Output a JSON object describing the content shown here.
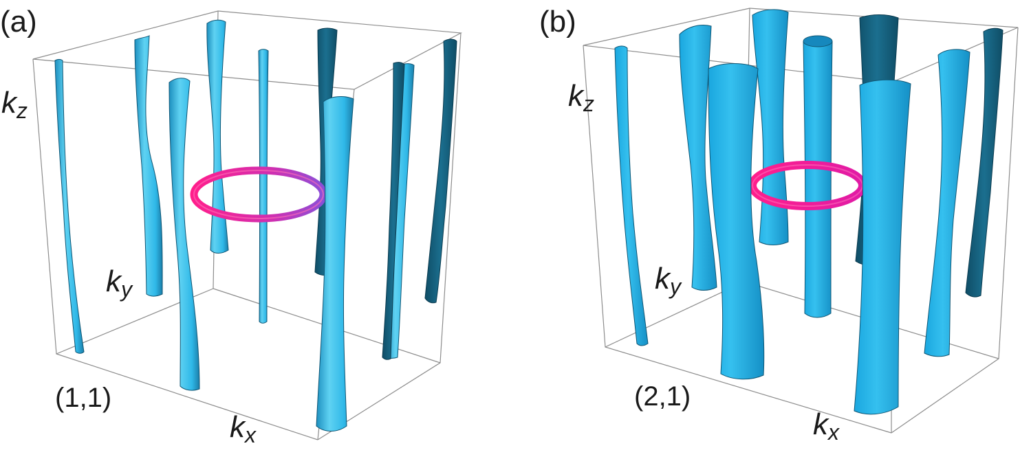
{
  "panels": [
    {
      "letter": "(a)",
      "index": "(1,1)",
      "axes": {
        "kx": "k",
        "kx_sub": "x",
        "ky": "k",
        "ky_sub": "y",
        "kz": "k",
        "kz_sub": "z"
      }
    },
    {
      "letter": "(b)",
      "index": "(2,1)",
      "axes": {
        "kx": "k",
        "kx_sub": "x",
        "ky": "k",
        "ky_sub": "y",
        "kz": "k",
        "kz_sub": "z"
      }
    }
  ],
  "colors": {
    "tube_light": "#5fd2f2",
    "tube_mid": "#2fb8e8",
    "tube_dark": "#17607c",
    "ring_pink": "#ff1e8c",
    "ring_purple": "#8a4fd8"
  }
}
